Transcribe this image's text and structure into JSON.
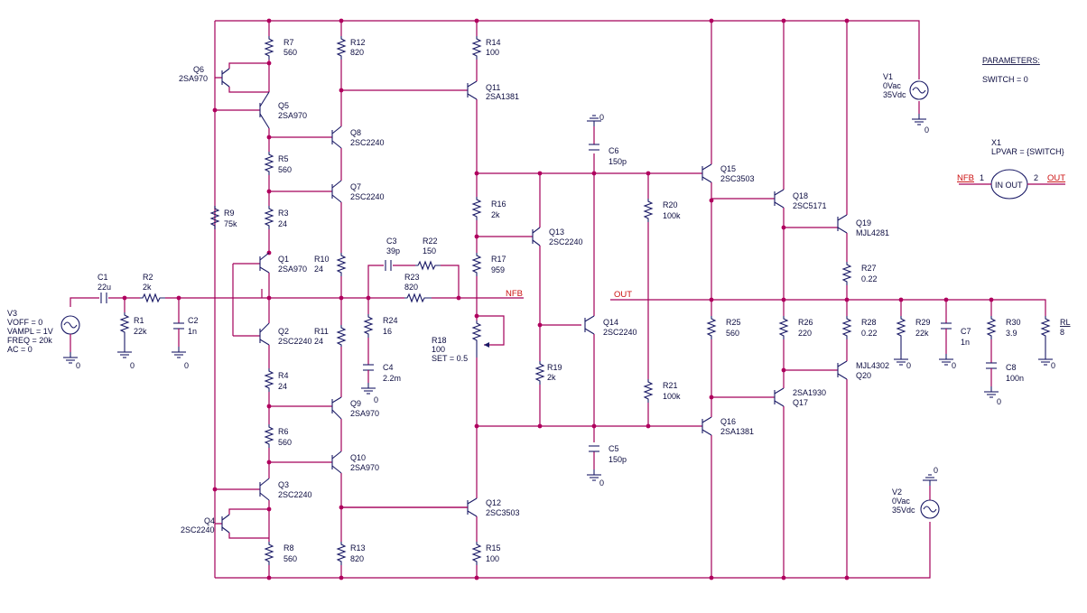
{
  "parameters": {
    "title": "PARAMETERS:",
    "switch": "SWITCH = 0"
  },
  "x1": {
    "name": "X1",
    "param": "LPVAR = {SWITCH}",
    "body": "IN OUT",
    "pin1": "1",
    "pin2": "2",
    "in_net": "NFB",
    "out_net": "OUT"
  },
  "nets": {
    "nfb": "NFB",
    "out": "OUT",
    "rl": "RL"
  },
  "sources": {
    "v1": [
      "V1",
      "0Vac",
      "35Vdc"
    ],
    "v2": [
      "V2",
      "0Vac",
      "35Vdc"
    ],
    "v3": [
      "V3",
      "VOFF = 0",
      "VAMPL = 1V",
      "FREQ = 20k",
      "AC = 0"
    ]
  },
  "ground": "0",
  "resistors": {
    "r1": [
      "R1",
      "22k"
    ],
    "r2": [
      "R2",
      "2k"
    ],
    "r3": [
      "R3",
      "24"
    ],
    "r4": [
      "R4",
      "24"
    ],
    "r5": [
      "R5",
      "560"
    ],
    "r6": [
      "R6",
      "560"
    ],
    "r7": [
      "R7",
      "560"
    ],
    "r8": [
      "R8",
      "560"
    ],
    "r9": [
      "R9",
      "75k"
    ],
    "r10": [
      "R10",
      "24"
    ],
    "r11": [
      "R11",
      "24"
    ],
    "r12": [
      "R12",
      "820"
    ],
    "r13": [
      "R13",
      "820"
    ],
    "r14": [
      "R14",
      "100"
    ],
    "r15": [
      "R15",
      "100"
    ],
    "r16": [
      "R16",
      "2k"
    ],
    "r17": [
      "R17",
      "959"
    ],
    "r18": [
      "R18",
      "100",
      "SET = 0.5"
    ],
    "r19": [
      "R19",
      "2k"
    ],
    "r20": [
      "R20",
      "100k"
    ],
    "r21": [
      "R21",
      "100k"
    ],
    "r22": [
      "R22",
      "150"
    ],
    "r23": [
      "R23",
      "820"
    ],
    "r24": [
      "R24",
      "16"
    ],
    "r25": [
      "R25",
      "560"
    ],
    "r26": [
      "R26",
      "220"
    ],
    "r27": [
      "R27",
      "0.22"
    ],
    "r28": [
      "R28",
      "0.22"
    ],
    "r29": [
      "R29",
      "22k"
    ],
    "r30": [
      "R30",
      "3.9"
    ],
    "rl": "8"
  },
  "capacitors": {
    "c1": [
      "C1",
      "22u"
    ],
    "c2": [
      "C2",
      "1n"
    ],
    "c3": [
      "C3",
      "39p"
    ],
    "c4": [
      "C4",
      "2.2m"
    ],
    "c5": [
      "C5",
      "150p"
    ],
    "c6": [
      "C6",
      "150p"
    ],
    "c7": [
      "C7",
      "1n"
    ],
    "c8": [
      "C8",
      "100n"
    ]
  },
  "transistors": {
    "q1": [
      "Q1",
      "2SA970"
    ],
    "q2": [
      "Q2",
      "2SC2240"
    ],
    "q3": [
      "Q3",
      "2SC2240"
    ],
    "q4": [
      "Q4",
      "2SC2240"
    ],
    "q5": [
      "Q5",
      "2SA970"
    ],
    "q6": [
      "Q6",
      "2SA970"
    ],
    "q7": [
      "Q7",
      "2SC2240"
    ],
    "q8": [
      "Q8",
      "2SC2240"
    ],
    "q9": [
      "Q9",
      "2SA970"
    ],
    "q10": [
      "Q10",
      "2SA970"
    ],
    "q11": [
      "Q11",
      "2SA1381"
    ],
    "q12": [
      "Q12",
      "2SC3503"
    ],
    "q13": [
      "Q13",
      "2SC2240"
    ],
    "q14": [
      "Q14",
      "2SC2240"
    ],
    "q15": [
      "Q15",
      "2SC3503"
    ],
    "q16": [
      "Q16",
      "2SA1381"
    ],
    "q17": [
      "Q17",
      "2SA1930"
    ],
    "q18": [
      "Q18",
      "2SC5171"
    ],
    "q19": [
      "Q19",
      "MJL4281"
    ],
    "q20": [
      "Q20",
      "MJL4302"
    ]
  }
}
